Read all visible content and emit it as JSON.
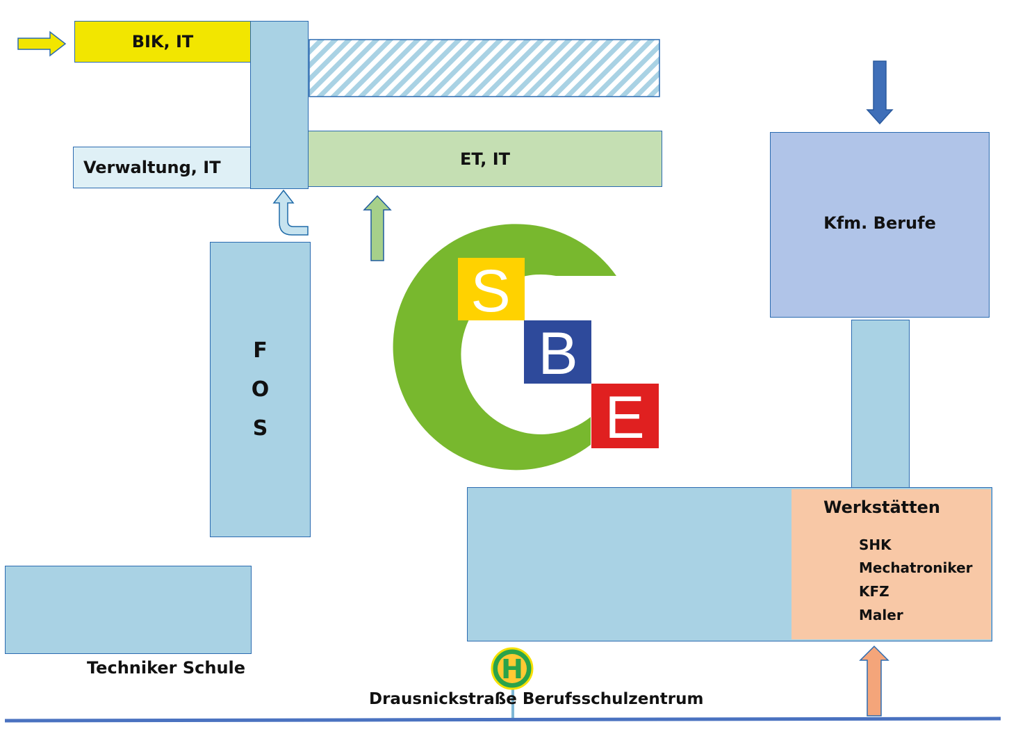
{
  "buildings": {
    "bik": "BIK, IT",
    "verwaltung": "Verwaltung, IT",
    "et": "ET, IT",
    "fos": [
      "F",
      "O",
      "S"
    ],
    "kfm": "Kfm. Berufe",
    "techniker": "Techniker Schule",
    "werkstaetten": {
      "title": "Werkstätten",
      "items": [
        "SHK",
        "Mechatroniker",
        "KFZ",
        "Maler"
      ]
    }
  },
  "logo": {
    "letters": [
      "S",
      "B",
      "E"
    ]
  },
  "bus_stop": {
    "symbol": "H",
    "name": "Drausnickstraße Berufsschulzentrum"
  },
  "colors": {
    "bik": "#f2e600",
    "verwaltung": "#dff0f6",
    "et": "#c5dfb3",
    "building": "#a9d2e4",
    "kfm": "#b0c4e8",
    "werkstaetten": "#f8c8a6",
    "logo_green": "#78b82e",
    "logo_s": "#ffd200",
    "logo_b": "#2e4a9b",
    "logo_e": "#e02020",
    "road": "#4a72c0"
  }
}
